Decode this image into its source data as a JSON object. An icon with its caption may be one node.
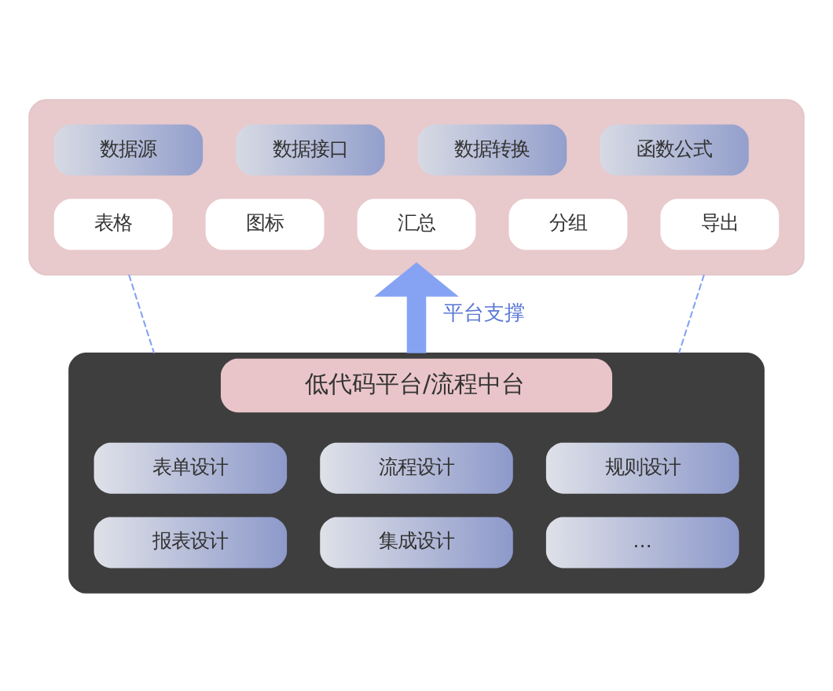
{
  "diagram": {
    "nodes": [
      {
        "text": [],
        "shape": "box"
      },
      {
        "text": [
          "数据源"
        ],
        "in": 0
      },
      {
        "text": [
          "数据接口"
        ],
        "in": 0
      },
      {
        "text": [
          "数据转换"
        ],
        "in": 0
      },
      {
        "text": [
          "函数公式"
        ],
        "in": 0
      },
      {
        "text": [
          "表格"
        ],
        "in": 0
      },
      {
        "text": [
          "图标"
        ],
        "in": 0
      },
      {
        "text": [
          "汇总"
        ],
        "in": 0
      },
      {
        "text": [
          "分组"
        ],
        "in": 0
      },
      {
        "text": [
          "导出"
        ],
        "in": 0
      },
      {
        "text": [
          "低代码平台/流程中台"
        ]
      },
      {
        "text": [
          "表单设计"
        ],
        "in": 10
      },
      {
        "text": [
          "流程设计"
        ],
        "in": 10
      },
      {
        "text": [
          "规则设计"
        ],
        "in": 10
      },
      {
        "text": [
          "报表设计"
        ],
        "in": 10
      },
      {
        "text": [
          "集成设计"
        ],
        "in": 10
      },
      {
        "text": [
          "…"
        ],
        "in": 10
      }
    ],
    "edges": [
      {
        "from": 0,
        "to": 10,
        "arrow": "none",
        "style": "dashed"
      },
      {
        "from": 10,
        "to": 0,
        "arrow": "to",
        "label": "平台支撑",
        "style": "thick"
      },
      {
        "from": 0,
        "to": 10,
        "arrow": "none",
        "style": "dashed"
      }
    ]
  }
}
